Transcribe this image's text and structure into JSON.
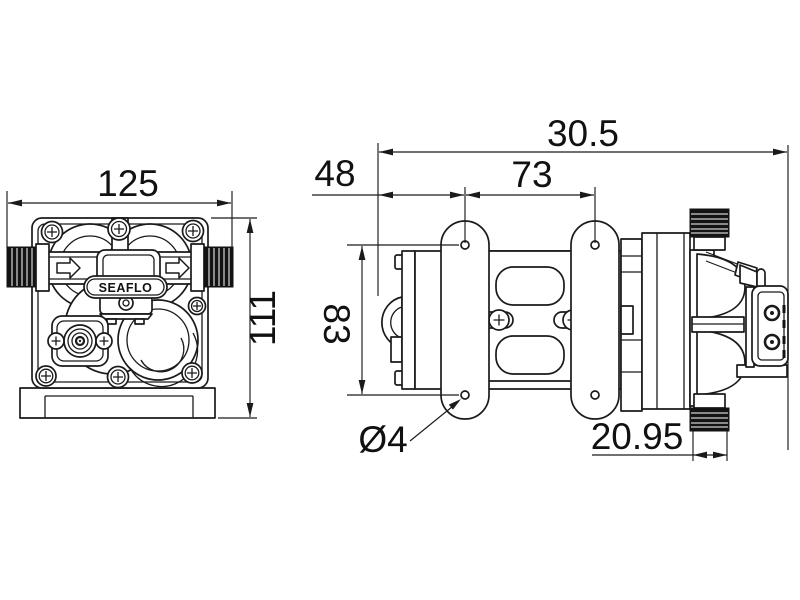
{
  "brand": "SEAFLO",
  "dimensions": {
    "front_width": "125",
    "front_height": "111",
    "side_overall_length": "30.5",
    "side_end_to_first_hole": "48",
    "mount_hole_spacing_horizontal": "73",
    "mount_hole_spacing_vertical": "83",
    "mount_hole_diameter": "Ø4",
    "port_thread_length": "20.95"
  },
  "colors": {
    "line": "#1a1a1a",
    "background": "#ffffff"
  }
}
